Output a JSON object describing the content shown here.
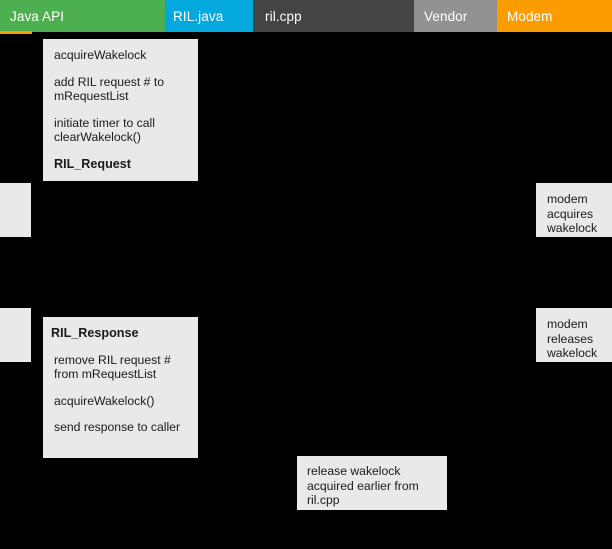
{
  "diagram": {
    "background_color": "#000000",
    "note_color": "#e9e9e9"
  },
  "lanes": [
    {
      "label": "Java API",
      "color": "#4caf50"
    },
    {
      "label": "RIL.java",
      "color": "#03a9dc"
    },
    {
      "label": "ril.cpp",
      "color": "#444444"
    },
    {
      "label": "Vendor",
      "color": "#929292"
    },
    {
      "label": "Modem",
      "color": "#fb9c00"
    }
  ],
  "notes": {
    "ril_request": {
      "line1": "acquireWakelock",
      "line2": "add RIL request # to mRequestList",
      "line3": "initiate timer to call clearWakelock()",
      "title": "RIL_Request"
    },
    "modem_acquires": {
      "text": "modem acquires wakelock"
    },
    "modem_releases": {
      "text": "modem releases wakelock"
    },
    "ril_response": {
      "title": "RIL_Response",
      "line1": "remove RIL request # from mRequestList",
      "line2": "acquireWakelock()",
      "line3": "send response to caller"
    },
    "release_wakelock": {
      "text": "release wakelock acquired earlier from ril.cpp"
    },
    "left_stub_top": {
      "text": ""
    },
    "left_stub_bottom": {
      "text": ""
    }
  }
}
